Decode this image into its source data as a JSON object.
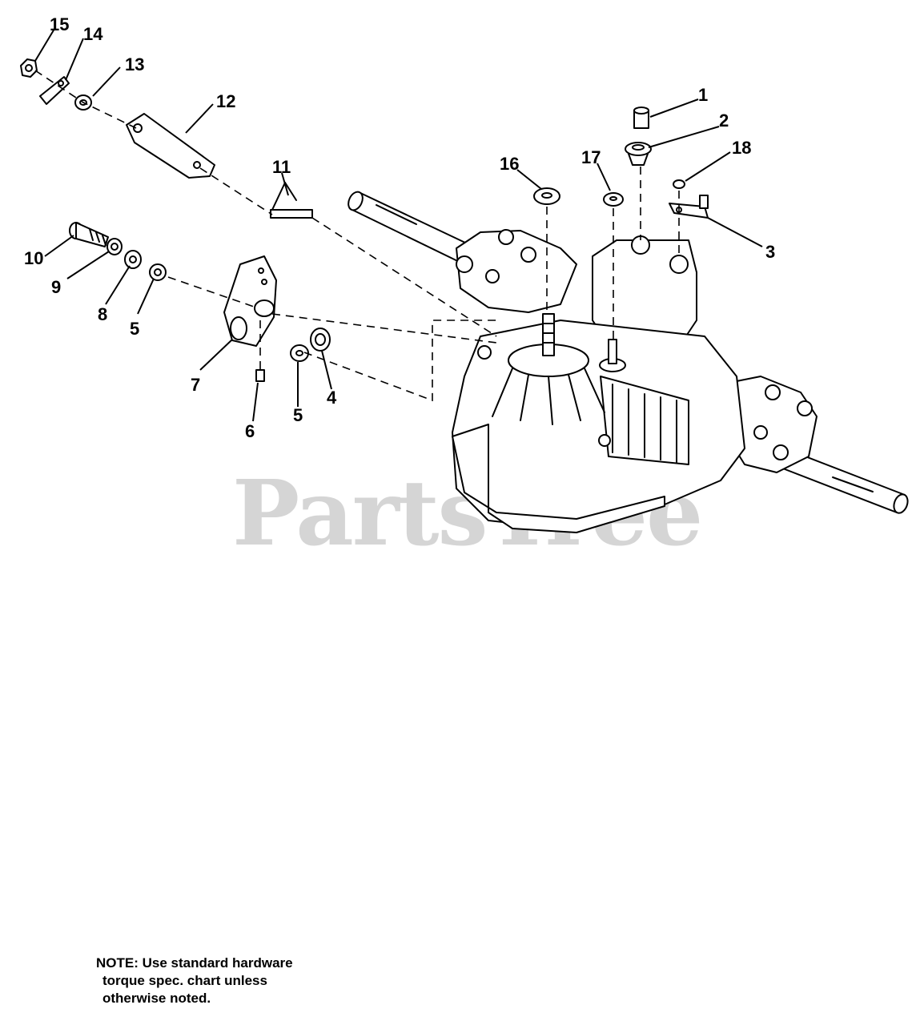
{
  "watermark": "PartsTree",
  "note": {
    "line1": "NOTE: Use standard hardware",
    "line2": "torque spec. chart unless",
    "line3": "otherwise noted."
  },
  "callouts": [
    {
      "id": "c1",
      "label": "1"
    },
    {
      "id": "c2",
      "label": "2"
    },
    {
      "id": "c3",
      "label": "3"
    },
    {
      "id": "c4",
      "label": "4"
    },
    {
      "id": "c5a",
      "label": "5"
    },
    {
      "id": "c5b",
      "label": "5"
    },
    {
      "id": "c6",
      "label": "6"
    },
    {
      "id": "c7",
      "label": "7"
    },
    {
      "id": "c8",
      "label": "8"
    },
    {
      "id": "c9",
      "label": "9"
    },
    {
      "id": "c10",
      "label": "10"
    },
    {
      "id": "c11",
      "label": "11"
    },
    {
      "id": "c12",
      "label": "12"
    },
    {
      "id": "c13",
      "label": "13"
    },
    {
      "id": "c14",
      "label": "14"
    },
    {
      "id": "c15",
      "label": "15"
    },
    {
      "id": "c16",
      "label": "16"
    },
    {
      "id": "c17",
      "label": "17"
    },
    {
      "id": "c18",
      "label": "18"
    }
  ]
}
